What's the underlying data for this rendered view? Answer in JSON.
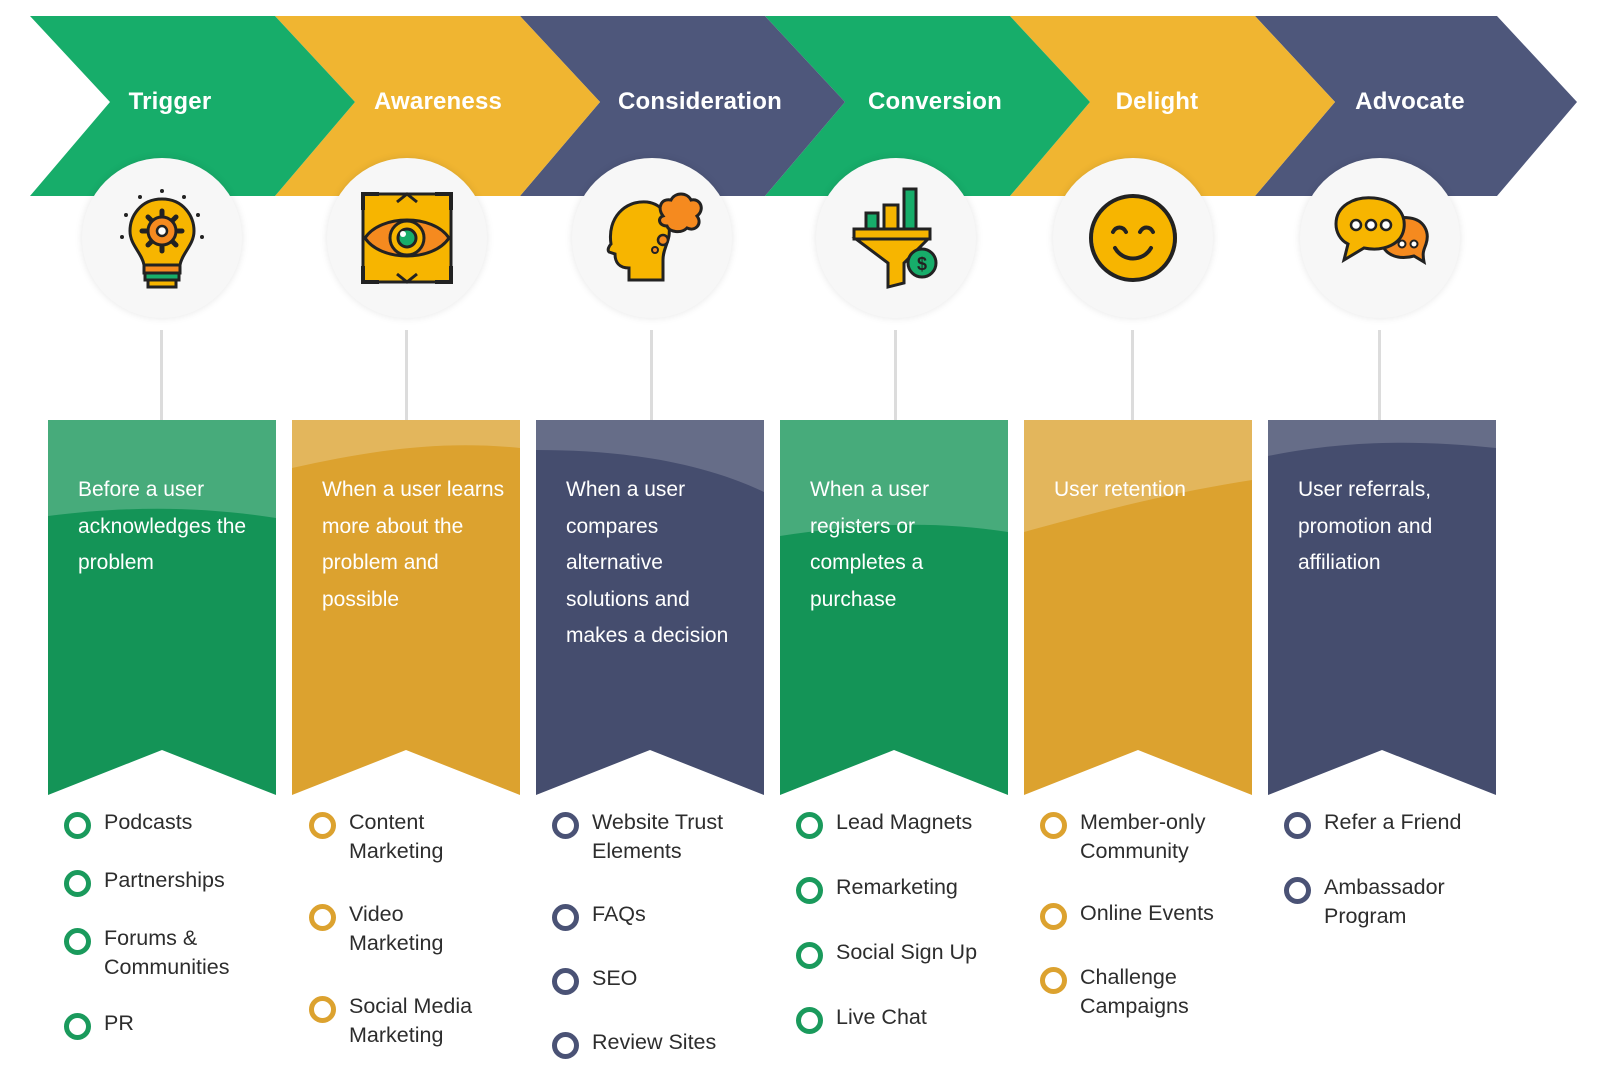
{
  "colors": {
    "green": "#17ad6a",
    "yellow": "#f0b531",
    "navy": "#4e577b",
    "banner_green": "#149457",
    "banner_yellow": "#dca22f",
    "banner_navy": "#454d6e",
    "bullet_green": "#1a9a5c",
    "bullet_yellow": "#dca22f",
    "bullet_navy": "#4a5275"
  },
  "stages": [
    {
      "title": "Trigger",
      "icon": "lightbulb-gear-icon",
      "description": "Before a user acknowledges the problem",
      "items": [
        "Podcasts",
        "Partnerships",
        "Forums & Communities",
        "PR"
      ]
    },
    {
      "title": "Awareness",
      "icon": "eye-focus-icon",
      "description": "When a user learns more about the problem and possible",
      "items": [
        "Content Marketing",
        "Video Marketing",
        "Social Media Marketing"
      ]
    },
    {
      "title": "Consideration",
      "icon": "head-thinking-icon",
      "description": "When a user compares alternative solutions and makes a decision",
      "items": [
        "Website Trust Elements",
        "FAQs",
        "SEO",
        "Review Sites"
      ]
    },
    {
      "title": "Conversion",
      "icon": "funnel-dollar-icon",
      "description": "When a user registers or completes a purchase",
      "items": [
        "Lead Magnets",
        "Remarketing",
        "Social Sign Up",
        "Live Chat"
      ]
    },
    {
      "title": "Delight",
      "icon": "smiley-face-icon",
      "description": "User retention",
      "items": [
        "Member-only Community",
        "Online Events",
        "Challenge Campaigns"
      ]
    },
    {
      "title": "Advocate",
      "icon": "chat-bubbles-icon",
      "description": "User referrals, promotion and affiliation",
      "items": [
        "Refer a Friend",
        "Ambassador Program"
      ]
    }
  ]
}
